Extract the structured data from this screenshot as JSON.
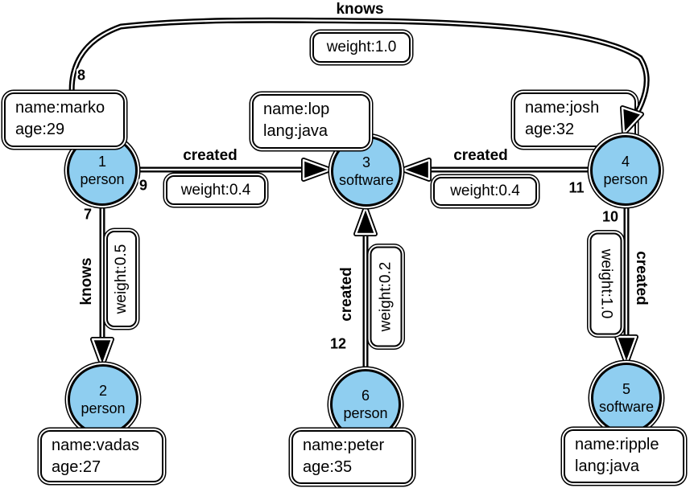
{
  "graph": {
    "nodes": [
      {
        "id": "1",
        "label": "person",
        "props": [
          "name:marko",
          "age:29"
        ]
      },
      {
        "id": "2",
        "label": "person",
        "props": [
          "name:vadas",
          "age:27"
        ]
      },
      {
        "id": "3",
        "label": "software",
        "props": [
          "name:lop",
          "lang:java"
        ]
      },
      {
        "id": "4",
        "label": "person",
        "props": [
          "name:josh",
          "age:32"
        ]
      },
      {
        "id": "5",
        "label": "software",
        "props": [
          "name:ripple",
          "lang:java"
        ]
      },
      {
        "id": "6",
        "label": "person",
        "props": [
          "name:peter",
          "age:35"
        ]
      }
    ],
    "edges": [
      {
        "id": "7",
        "label": "knows",
        "weight": "weight:0.5",
        "from": "1",
        "to": "2"
      },
      {
        "id": "8",
        "label": "knows",
        "weight": "weight:1.0",
        "from": "1",
        "to": "4"
      },
      {
        "id": "9",
        "label": "created",
        "weight": "weight:0.4",
        "from": "1",
        "to": "3"
      },
      {
        "id": "10",
        "label": "created",
        "weight": "weight:1.0",
        "from": "4",
        "to": "5"
      },
      {
        "id": "11",
        "label": "created",
        "weight": "weight:0.4",
        "from": "4",
        "to": "3"
      },
      {
        "id": "12",
        "label": "created",
        "weight": "weight:0.2",
        "from": "6",
        "to": "3"
      }
    ],
    "colors": {
      "node_fill": "#8FCEF0",
      "stroke": "#000000",
      "box_fill": "#FFFFFF",
      "background": "#FFFFFF"
    }
  }
}
